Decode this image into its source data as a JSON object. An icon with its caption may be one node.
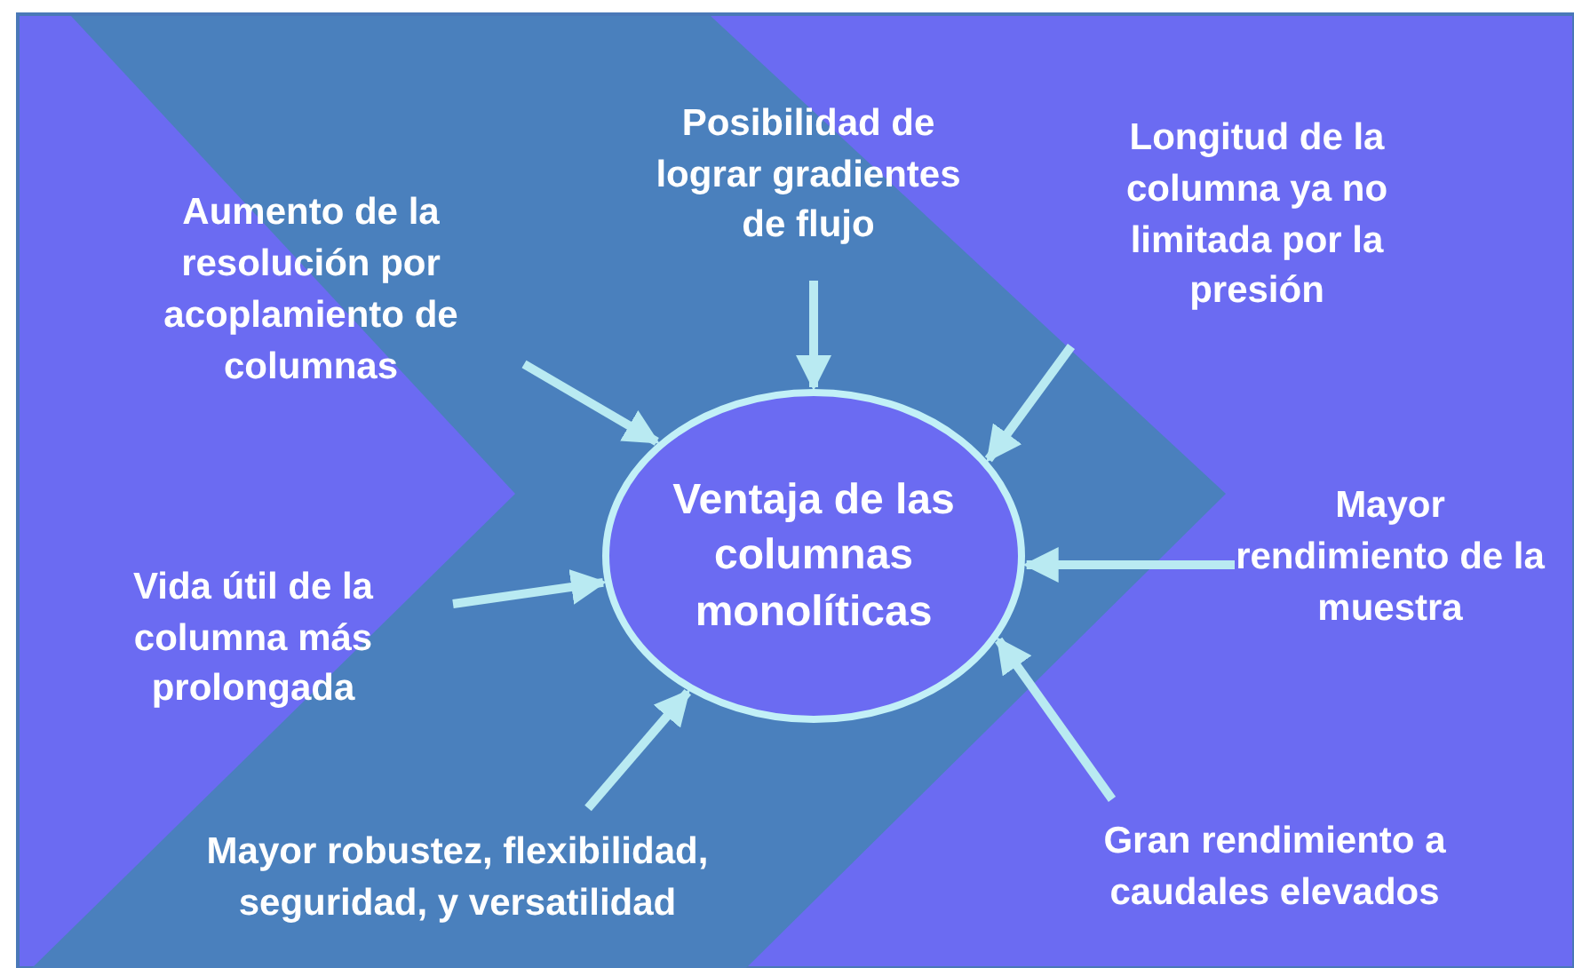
{
  "diagram": {
    "nodes": [
      {
        "text": [
          "Ventaja de las columnas monolíticas"
        ]
      },
      {
        "text": [
          "Aumento de la resolución por acoplamiento de columnas"
        ]
      },
      {
        "text": [
          "Posibilidad de lograr gradientes de flujo"
        ]
      },
      {
        "text": [
          "Longitud de la columna ya no limitada por la presión"
        ]
      },
      {
        "text": [
          "Mayor rendimiento de la muestra"
        ]
      },
      {
        "text": [
          "Gran rendimiento a caudales elevados"
        ]
      },
      {
        "text": [
          "Mayor robustez, flexibilidad, seguridad, y versatilidad"
        ]
      },
      {
        "text": [
          "Vida útil de la columna más prolongada"
        ]
      }
    ],
    "edges": [
      {
        "from": 1,
        "to": 0,
        "arrow": "to"
      },
      {
        "from": 2,
        "to": 0,
        "arrow": "to"
      },
      {
        "from": 3,
        "to": 0,
        "arrow": "to"
      },
      {
        "from": 4,
        "to": 0,
        "arrow": "to"
      },
      {
        "from": 5,
        "to": 0,
        "arrow": "to"
      },
      {
        "from": 6,
        "to": 0,
        "arrow": "to"
      },
      {
        "from": 7,
        "to": 0,
        "arrow": "to"
      }
    ]
  }
}
